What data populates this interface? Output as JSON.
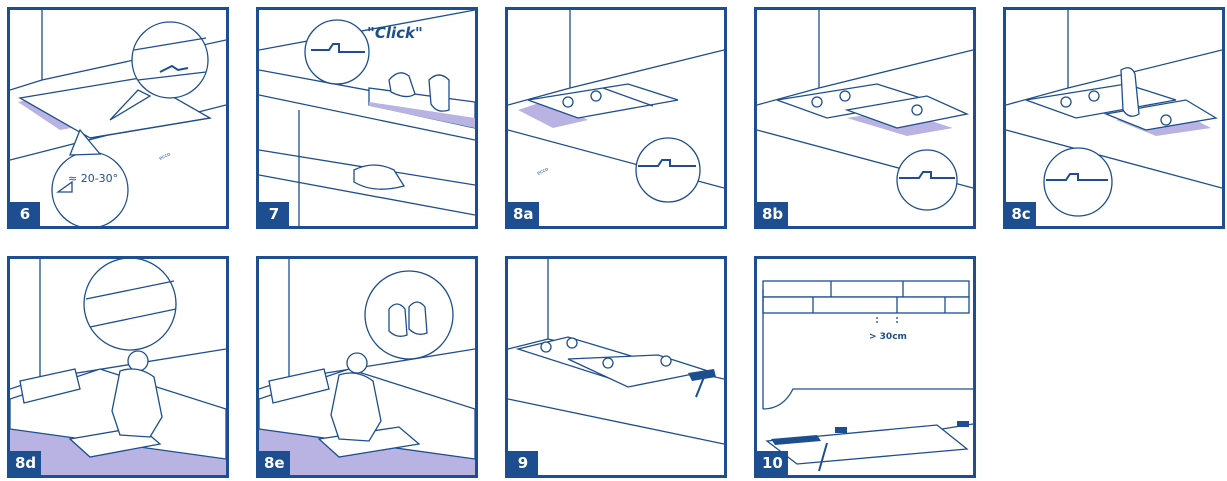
{
  "panels": [
    {
      "id": "6",
      "label": "6",
      "annotation": "≈ 20-30°"
    },
    {
      "id": "7",
      "label": "7",
      "annotation": "\"Click\""
    },
    {
      "id": "8a",
      "label": "8a"
    },
    {
      "id": "8b",
      "label": "8b"
    },
    {
      "id": "8c",
      "label": "8c"
    },
    {
      "id": "8d",
      "label": "8d"
    },
    {
      "id": "8e",
      "label": "8e"
    },
    {
      "id": "9",
      "label": "9"
    },
    {
      "id": "10",
      "label": "10",
      "annotation": "> 30cm"
    }
  ],
  "colors": {
    "primary": "#1d4e8f",
    "shade": "#b9b3e3",
    "background": "#ffffff"
  }
}
